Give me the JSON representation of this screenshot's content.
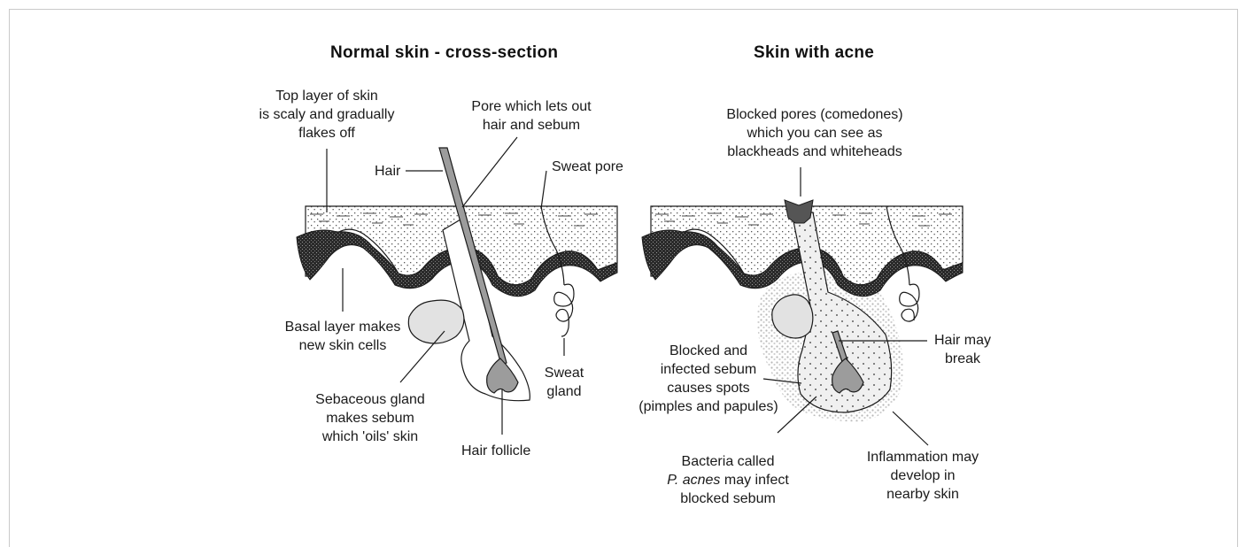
{
  "titles": {
    "normal": "Normal skin - cross-section",
    "acne": "Skin with acne"
  },
  "labels": {
    "top_layer": [
      "Top layer of skin",
      "is scaly and gradually",
      "flakes off"
    ],
    "hair": "Hair",
    "pore": [
      "Pore which lets out",
      "hair and sebum"
    ],
    "sweat_pore": "Sweat pore",
    "basal_layer": [
      "Basal layer makes",
      "new skin cells"
    ],
    "sweat_gland": [
      "Sweat",
      "gland"
    ],
    "sebaceous": [
      "Sebaceous gland",
      "makes sebum",
      "which 'oils' skin"
    ],
    "hair_follicle": "Hair follicle",
    "blocked_pores": [
      "Blocked pores  (comedones)",
      "which you can see as",
      "blackheads and whiteheads"
    ],
    "hair_break": [
      "Hair may",
      "break"
    ],
    "infected_sebum": [
      "Blocked and",
      "infected sebum",
      "causes spots",
      "(pimples and papules)"
    ],
    "bacteria": {
      "line1": "Bacteria called",
      "line2_italic": "P. acnes",
      "line2_rest": " may infect",
      "line3": "blocked sebum"
    },
    "inflammation": [
      "Inflammation may",
      "develop in",
      "nearby skin"
    ]
  },
  "colors": {
    "line": "#1a1a1a",
    "gland_fill": "#e2e2e2",
    "hair_fill": "#9c9c9c",
    "blockage": "#555555",
    "inflamed": "#bdbdbd",
    "basal": "#2a2a2a"
  }
}
